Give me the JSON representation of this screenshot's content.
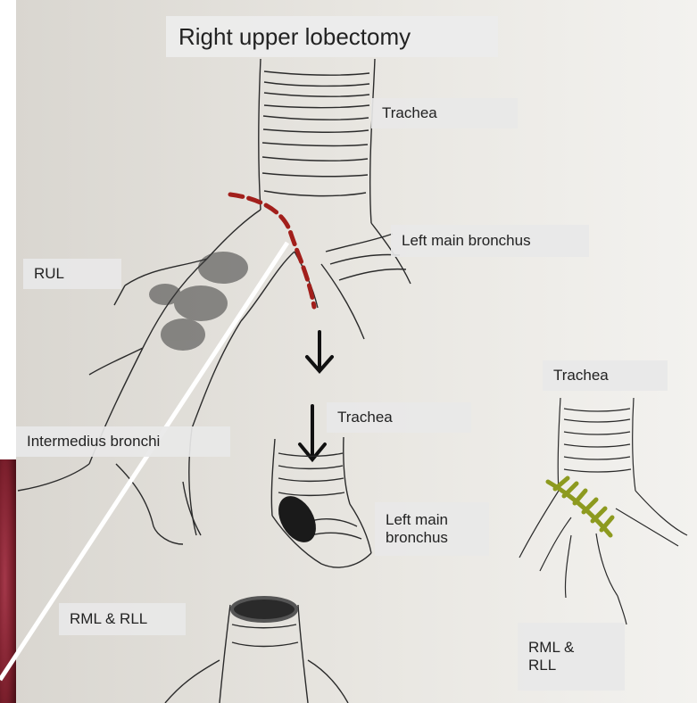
{
  "title": "Right upper lobectomy",
  "labels": {
    "trachea_top": "Trachea",
    "left_main_bronchus_top": "Left main bronchus",
    "rul": "RUL",
    "intermedius": "Intermedius bronchi",
    "trachea_mid": "Trachea",
    "left_main_bronchus_mid": "Left main\nbronchus",
    "rml_rll_left": "RML & RLL",
    "trachea_right": "Trachea",
    "rml_rll_right": "RML &\nRLL"
  },
  "colors": {
    "resection_line": "#a21f1b",
    "suture_line": "#8d9a1f",
    "arrow": "#111111",
    "pointer_line": "#ffffff",
    "tissue_photo": "#8a2430",
    "paper": "#ebe8e2"
  }
}
